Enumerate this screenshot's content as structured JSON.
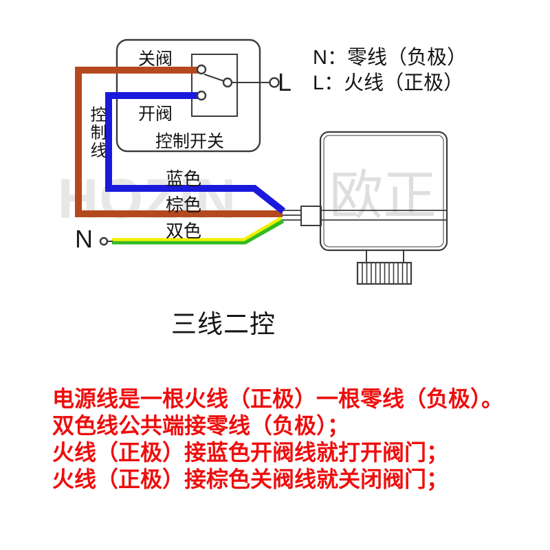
{
  "legend": {
    "neutral": "N：零线（负极）",
    "live": "L：火线（正极）"
  },
  "switch": {
    "close_label": "关阀",
    "open_label": "开阀",
    "name": "控制开关",
    "control_wire_label": "控制线",
    "live_terminal": "L"
  },
  "wire_labels": {
    "blue": "蓝色",
    "brown": "棕色",
    "dual": "双色",
    "neutral_terminal": "N"
  },
  "watermark": {
    "latin": "HOZIN",
    "cjk": "欧正"
  },
  "caption": "三线二控",
  "notes": [
    "电源线是一根火线（正极）一根零线（负极）。",
    "双色线公共端接零线（负极）；",
    "火线（正极）接蓝色开阀线就打开阀门；",
    "火线（正极）接棕色关阀线就关闭阀门；"
  ],
  "colors": {
    "brown_wire": "#b4491f",
    "blue_wire": "#1a1add",
    "yellow_stripe": "#f0f000",
    "green_stripe": "#33bb22",
    "note_red": "#ee0e0e",
    "outline": "#3b3b3b"
  }
}
